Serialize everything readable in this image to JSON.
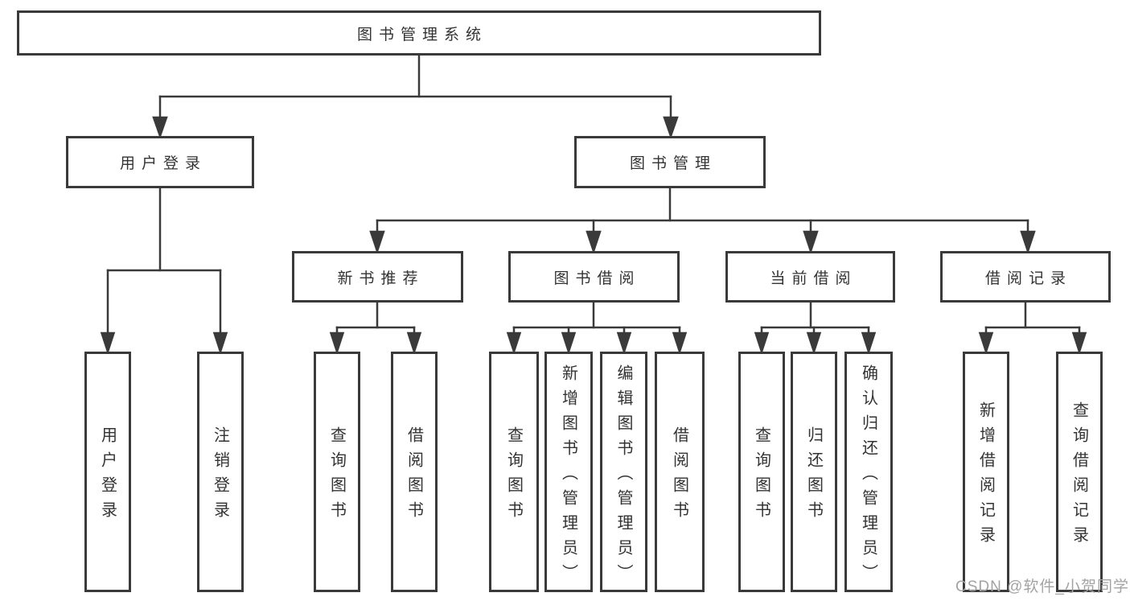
{
  "diagram": {
    "type": "hierarchy-tree",
    "line_color": "#3a3a3a",
    "text_color": "#333333",
    "box_fill": "#ffffff",
    "tree": {
      "label": "图书管理系统",
      "children": [
        {
          "label": "用户登录",
          "children": [
            {
              "label": "用户登录"
            },
            {
              "label": "注销登录"
            }
          ]
        },
        {
          "label": "图书管理",
          "children": [
            {
              "label": "新书推荐",
              "children": [
                {
                  "label": "查询图书"
                },
                {
                  "label": "借阅图书"
                }
              ]
            },
            {
              "label": "图书借阅",
              "children": [
                {
                  "label": "查询图书"
                },
                {
                  "label": "新增图书（管理员）"
                },
                {
                  "label": "编辑图书（管理员）"
                },
                {
                  "label": "借阅图书"
                }
              ]
            },
            {
              "label": "当前借阅",
              "children": [
                {
                  "label": "查询图书"
                },
                {
                  "label": "归还图书"
                },
                {
                  "label": "确认归还（管理员）"
                }
              ]
            },
            {
              "label": "借阅记录",
              "children": [
                {
                  "label": "新增借阅记录"
                },
                {
                  "label": "查询借阅记录"
                }
              ]
            }
          ]
        }
      ]
    }
  },
  "watermark": {
    "text": "CSDN @软件_小贺同学",
    "color": "#a3a3a3"
  }
}
